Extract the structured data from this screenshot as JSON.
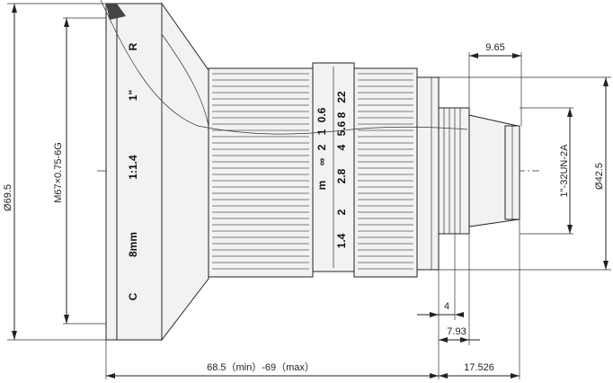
{
  "dimensions": {
    "overall_diameter": "Ø69.5",
    "filter_thread": "M67×0.75-6G",
    "rear_diameter": "Ø42.5",
    "mount_thread": "1\"-32UN-2A",
    "rear_top_width": "9.65",
    "flange_4": "4",
    "flange_793": "7.93",
    "length_range": "68.5（min）-69（max）",
    "back_focus": "17.526"
  },
  "barrel_markings": [
    "C",
    "8mm",
    "1:1.4",
    "1\"",
    "R"
  ],
  "focus_scale": {
    "m_label": "m",
    "top_row": [
      "0.6",
      "1",
      "2",
      "∞"
    ],
    "bottom_row": [
      "22",
      "5.6 8",
      "4",
      "2.8",
      "2",
      "1.4"
    ]
  }
}
